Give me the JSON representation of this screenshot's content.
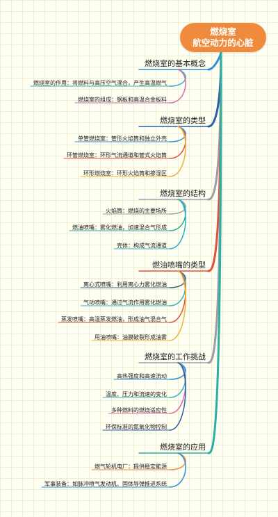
{
  "root": {
    "line1": "燃烧室",
    "line2": "航空动力的心脏"
  },
  "categories": [
    {
      "label": "燃烧室的基本概念",
      "color": "#2b8fd6",
      "items": [
        "燃烧室的作用：将燃料与高压空气混合，产生高温燃气",
        "燃烧室的组成：钢板和高温合金板料"
      ],
      "itemColors": [
        "#2ab0c6",
        "#d86aa8"
      ]
    },
    {
      "label": "燃烧室的类型",
      "color": "#2a5fa8",
      "items": [
        "单管燃烧室：管形火焰筒和独立外壳",
        "环管燃烧室：环形气流通道和管式火焰筒",
        "环形燃烧室：环形火焰筒和掺混区"
      ],
      "itemColors": [
        "#2b8fd6",
        "#e0503c",
        "#f0b030"
      ]
    },
    {
      "label": "燃烧室的结构",
      "color": "#9aa0a6",
      "items": [
        "火焰筒：燃烧的主要场所",
        "燃油喷嘴：雾化燃油，加速混合气形成",
        "壳体：构成气流通道"
      ],
      "itemColors": [
        "#9aa0a6",
        "#2ab0a0",
        "#2ab0c6"
      ]
    },
    {
      "label": "燃油喷嘴的类型",
      "color": "#e0503c",
      "items": [
        "离心式喷嘴：利用离心力雾化燃油",
        "气动喷嘴：通过气流作用雾化燃油",
        "蒸发喷嘴：高温蒸发燃油，形成油气混合气",
        "甩油喷嘴：油膜破裂形成油雾"
      ],
      "itemColors": [
        "#3a6a7a",
        "#2ab0c6",
        "#e0503c",
        "#f0b030"
      ]
    },
    {
      "label": "燃烧室的工作挑战",
      "color": "#9aa0a6",
      "items": [
        "高热强度和高速流动",
        "温度、压力和流速的变化",
        "多种燃料的燃烧适应性",
        "环保标准的氮氧化物控制"
      ],
      "itemColors": [
        "#2b8fd6",
        "#2ab0c6",
        "#d86aa8",
        "#2a5fa8"
      ]
    },
    {
      "label": "燃烧室的应用",
      "color": "#2ab0a0",
      "items": [
        "燃气轮机电厂：提供稳定能源",
        "军事装备：如脉冲喷气发动机、固体导弹推进系统"
      ],
      "itemColors": [
        "#f08a3c",
        "#2b8fd6"
      ]
    }
  ]
}
